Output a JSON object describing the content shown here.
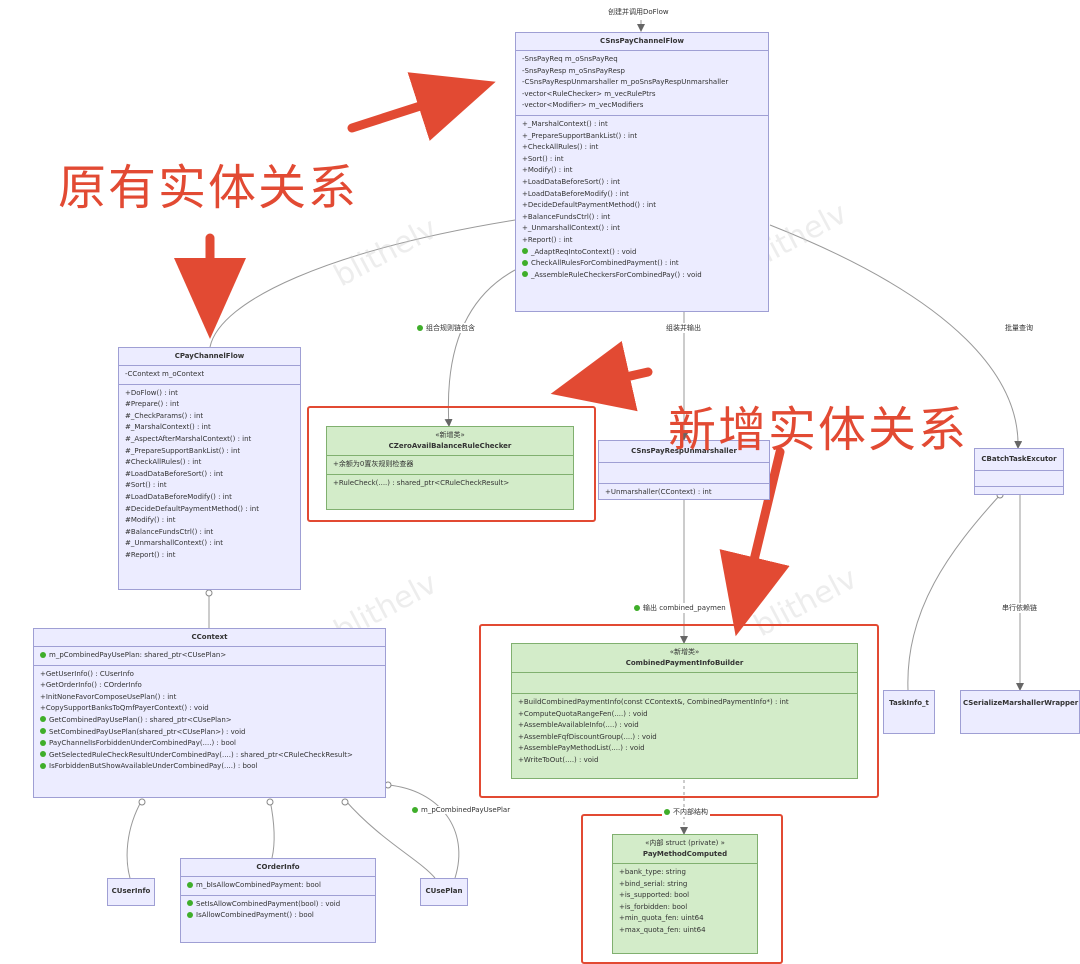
{
  "top_label": "创建并调用DoFlow",
  "annotations": {
    "existing": "原有实体关系",
    "added": "新增实体关系"
  },
  "watermark": "blithelv",
  "colors": {
    "class_fill": "#ececff",
    "class_border": "#9f9fd4",
    "new_class_fill": "#d3ecc9",
    "highlight": "#e24a33",
    "method_dot": "#3fae2a"
  },
  "edge_labels": {
    "composite_rule": "组合规则链包含",
    "assemble_output": "组装并输出",
    "batch_query": "批量查询",
    "output_combined": "输出 combined_paymen",
    "serial_batch": "串行依赖链",
    "combined_use_plan": "m_pCombinedPayUsePlar",
    "internal_struct": "不内部结构"
  },
  "classes": {
    "sns_flow": {
      "name": "CSnsPayChannelFlow",
      "fields": [
        "-SnsPayReq m_oSnsPayReq",
        "-SnsPayResp m_oSnsPayResp",
        "-CSnsPayRespUnmarshaller m_poSnsPayRespUnmarshaller",
        "-vector<RuleChecker> m_vecRulePtrs",
        "-vector<Modifier> m_vecModifiers"
      ],
      "methods": [
        {
          "text": "+_MarshalContext() : int"
        },
        {
          "text": "+_PrepareSupportBankList() : int"
        },
        {
          "text": "+CheckAllRules() : int"
        },
        {
          "text": "+Sort() : int"
        },
        {
          "text": "+Modify() : int"
        },
        {
          "text": "+LoadDataBeforeSort() : int"
        },
        {
          "text": "+LoadDataBeforeModify() : int"
        },
        {
          "text": "+DecideDefaultPaymentMethod() : int"
        },
        {
          "text": "+BalanceFundsCtrl() : int"
        },
        {
          "text": "+_UnmarshallContext() : int"
        },
        {
          "text": "+Report() : int"
        },
        {
          "text": "_AdaptReqIntoContext() : void",
          "new": true
        },
        {
          "text": "CheckAllRulesForCombinedPayment() : int",
          "new": true
        },
        {
          "text": "_AssembleRuleCheckersForCombinedPay() : void",
          "new": true
        }
      ]
    },
    "pay_flow": {
      "name": "CPayChannelFlow",
      "fields": [
        "-CContext m_oContext"
      ],
      "methods": [
        "+DoFlow() : int",
        "#Prepare() : int",
        "#_CheckParams() : int",
        "#_MarshalContext() : int",
        "#_AspectAfterMarshalContext() : int",
        "#_PrepareSupportBankList() : int",
        "#CheckAllRules() : int",
        "#LoadDataBeforeSort() : int",
        "#Sort() : int",
        "#LoadDataBeforeModify() : int",
        "#DecideDefaultPaymentMethod() : int",
        "#Modify() : int",
        "#BalanceFundsCtrl() : int",
        "#_UnmarshallContext() : int",
        "#Report() : int"
      ]
    },
    "zero_checker": {
      "stereotype": "«新增类»",
      "name": "CZeroAvailBalanceRuleChecker",
      "fields": [
        "+余额为0置灰规则检查器"
      ],
      "methods": [
        "+RuleCheck(....) : shared_ptr<CRuleCheckResult>"
      ]
    },
    "unmarshaller": {
      "name": "CSnsPayRespUnmarshaller",
      "methods": [
        "+Unmarshaller(CContext) : int"
      ]
    },
    "batch": {
      "name": "CBatchTaskExcutor"
    },
    "context": {
      "name": "CContext",
      "fields": [
        {
          "text": "m_pCombinedPayUsePlan: shared_ptr<CUsePlan>",
          "new": true
        }
      ],
      "methods": [
        {
          "text": "+GetUserInfo() : CUserInfo"
        },
        {
          "text": "+GetOrderInfo() : COrderInfo"
        },
        {
          "text": "+InitNoneFavorComposeUsePlan() : int"
        },
        {
          "text": "+CopySupportBanksToQmfPayerContext() : void"
        },
        {
          "text": "GetCombinedPayUsePlan() : shared_ptr<CUsePlan>",
          "new": true
        },
        {
          "text": "SetCombinedPayUsePlan(shared_ptr<CUsePlan>) : void",
          "new": true
        },
        {
          "text": "PayChannelIsForbiddenUnderCombinedPay(....) : bool",
          "new": true
        },
        {
          "text": "GetSelectedRuleCheckResultUnderCombinedPay(....) : shared_ptr<CRuleCheckResult>",
          "new": true
        },
        {
          "text": "IsForbiddenButShowAvailableUnderCombinedPay(....) : bool",
          "new": true
        }
      ]
    },
    "builder": {
      "stereotype": "«新增类»",
      "name": "CombinedPaymentInfoBuilder",
      "methods": [
        "+BuildCombinedPaymentInfo(const CContext&, CombinedPaymentInfo*) : int",
        "+ComputeQuotaRangeFen(....) : void",
        "+AssembleAvailableInfo(....) : void",
        "+AssembleFqfDiscountGroup(....) : void",
        "+AssemblePayMethodList(....) : void",
        "+WriteToOut(....) : void"
      ]
    },
    "taskinfo": {
      "name": "TaskInfo_t"
    },
    "serialize": {
      "name": "CSerializeMarshallerWrapper"
    },
    "userinfo": {
      "name": "CUserInfo"
    },
    "orderinfo": {
      "name": "COrderInfo",
      "fields": [
        {
          "text": "m_bIsAllowCombinedPayment: bool",
          "new": true
        }
      ],
      "methods": [
        {
          "text": "SetIsAllowCombinedPayment(bool) : void",
          "new": true
        },
        {
          "text": "IsAllowCombinedPayment() : bool",
          "new": true
        }
      ]
    },
    "useplan": {
      "name": "CUsePlan"
    },
    "paymethod": {
      "stereotype": "«内部 struct (private) »",
      "name": "PayMethodComputed",
      "fields": [
        "+bank_type: string",
        "+bind_serial: string",
        "+is_supported: bool",
        "+is_forbidden: bool",
        "+min_quota_fen: uint64",
        "+max_quota_fen: uint64"
      ]
    }
  }
}
